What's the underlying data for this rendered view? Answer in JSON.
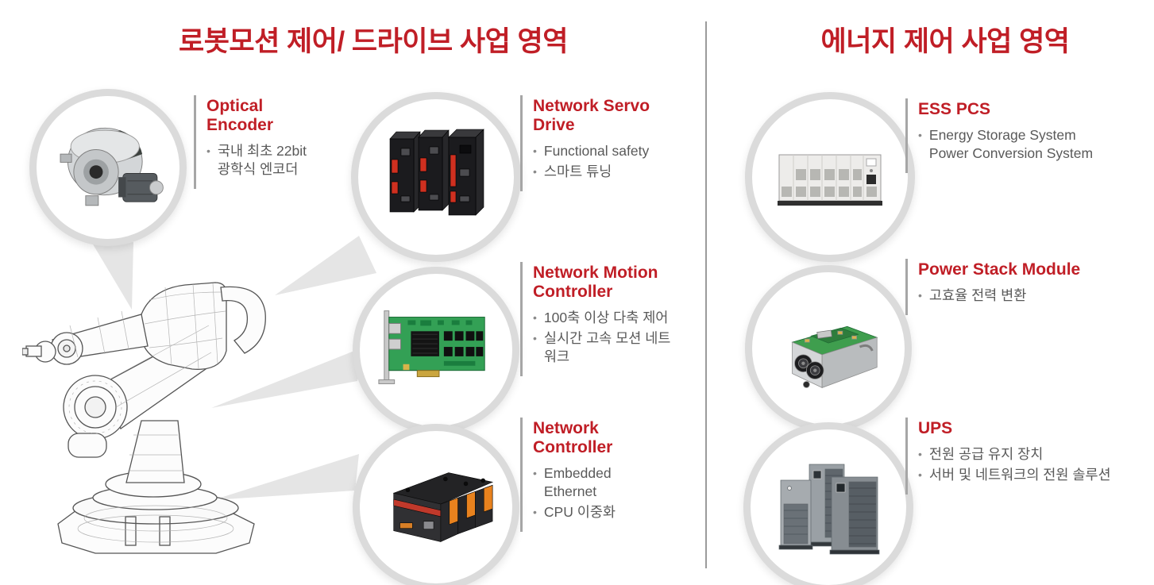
{
  "colors": {
    "accent_red": "#C01E26",
    "body_text_gray": "#595959",
    "divider_gray": "#9B9B9B",
    "rule_gray": "#A6A6A6",
    "circle_ring_gray": "#DBDBDB",
    "callout_wedge_gray": "#E5E5E5"
  },
  "left_section": {
    "title": "로봇모션 제어/ 드라이브 사업 영역",
    "items": [
      {
        "heading": "Optical Encoder",
        "bullets": [
          "국내 최초 22bit 광학식 엔코더"
        ]
      },
      {
        "heading": "Network Servo Drive",
        "bullets": [
          "Functional safety",
          "스마트 튜닝"
        ]
      },
      {
        "heading": "Network Motion Controller",
        "bullets": [
          "100축 이상 다축 제어",
          "실시간 고속 모션 네트워크"
        ]
      },
      {
        "heading": "Network Controller",
        "bullets": [
          "Embedded Ethernet",
          "CPU 이중화"
        ]
      }
    ]
  },
  "right_section": {
    "title": "에너지 제어 사업 영역",
    "items": [
      {
        "heading": "ESS PCS",
        "bullets": [
          "Energy Storage System Power Conversion System"
        ]
      },
      {
        "heading": "Power Stack Module",
        "bullets": [
          "고효율 전력 변환"
        ]
      },
      {
        "heading": "UPS",
        "bullets": [
          "전원 공급 유지 장치",
          "서버 및 네트워크의 전원 솔루션"
        ]
      }
    ]
  },
  "images": {
    "robot": "industrial robot arm wireframe drawing",
    "optical_encoder": "optical encoder product photo",
    "servo_drive": "three network servo drives product photo",
    "motion_controller": "network motion controller PCB card photo",
    "network_controller": "network controller module with orange terminals photo",
    "ess_pcs": "ESS PCS cabinet photo",
    "power_stack": "power stack module photo",
    "ups": "three UPS tower units photo"
  }
}
